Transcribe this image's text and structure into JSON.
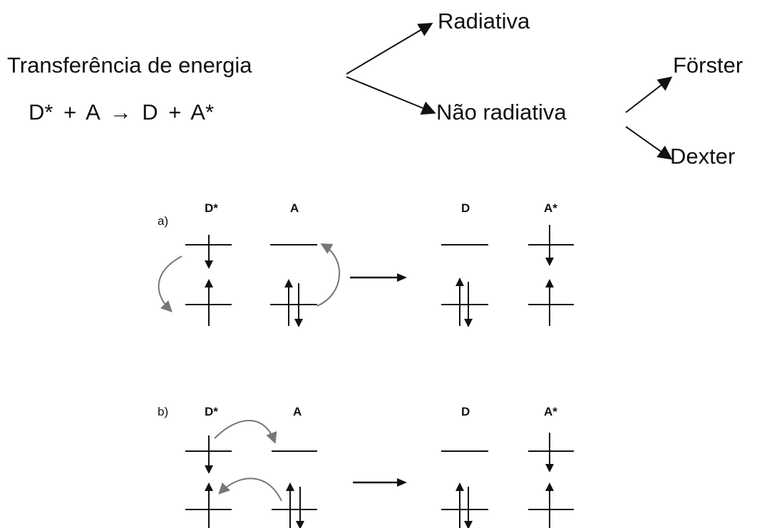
{
  "title": "Transferência de energia",
  "equation": "D* + A → D + A*",
  "branches": {
    "radiative": "Radiativa",
    "non_radiative": "Não radiativa",
    "forster": "Förster",
    "dexter": "Dexter"
  },
  "panels": [
    {
      "label": "a)",
      "left_donor": "D*",
      "left_acceptor": "A",
      "right_donor": "D",
      "right_acceptor": "A*"
    },
    {
      "label": "b)",
      "left_donor": "D*",
      "left_acceptor": "A",
      "right_donor": "D",
      "right_acceptor": "A*"
    }
  ]
}
